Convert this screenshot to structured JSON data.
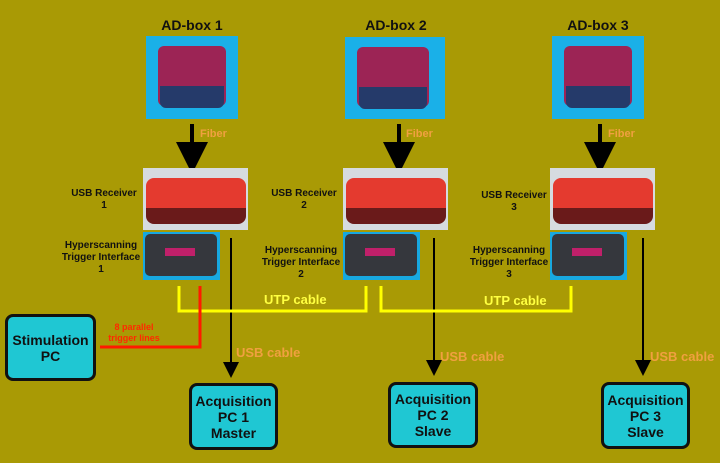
{
  "diagram": {
    "background_color": "#a99a05",
    "columns": [
      {
        "ad_box_title": "AD-box 1",
        "fiber_label": "Fiber",
        "usb_receiver_label": [
          "USB Receiver",
          "1"
        ],
        "trigger_interface_label": [
          "Hyperscanning",
          "Trigger Interface",
          "1"
        ],
        "usb_cable_label": "USB cable",
        "acquisition_pc": [
          "Acquisition",
          "PC 1",
          "Master"
        ]
      },
      {
        "ad_box_title": "AD-box 2",
        "fiber_label": "Fiber",
        "usb_receiver_label": [
          "USB Receiver",
          "2"
        ],
        "trigger_interface_label": [
          "Hyperscanning",
          "Trigger Interface",
          "2"
        ],
        "usb_cable_label": "USB cable",
        "acquisition_pc": [
          "Acquisition",
          "PC 2",
          "Slave"
        ]
      },
      {
        "ad_box_title": "AD-box 3",
        "fiber_label": "Fiber",
        "usb_receiver_label": [
          "USB Receiver",
          "3"
        ],
        "trigger_interface_label": [
          "Hyperscanning",
          "Trigger Interface",
          "3"
        ],
        "usb_cable_label": "USB cable",
        "acquisition_pc": [
          "Acquisition",
          "PC 3",
          "Slave"
        ]
      }
    ],
    "utp_cable_labels": [
      "UTP cable",
      "UTP cable"
    ],
    "stimulation_pc": [
      "Stimulation",
      "PC"
    ],
    "trigger_lines_label": [
      "8 parallel",
      "trigger lines"
    ],
    "colors": {
      "pc_box": "#1fc7d3",
      "utp_cable": "#ffff00",
      "trigger_lines": "#ff1a00",
      "cable_label": "#f0a040",
      "arrows": "#000000"
    }
  }
}
